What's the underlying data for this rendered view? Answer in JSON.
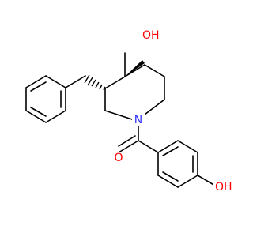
{
  "colors": {
    "bond": "#000000",
    "carbon": "#000000",
    "nitrogen": "#3333ff",
    "oxygen": "#ff0000"
  },
  "labels": {
    "n1": "N",
    "o_carbonyl": "O",
    "o_phenol": "OH",
    "o_tertiary": "OH"
  }
}
